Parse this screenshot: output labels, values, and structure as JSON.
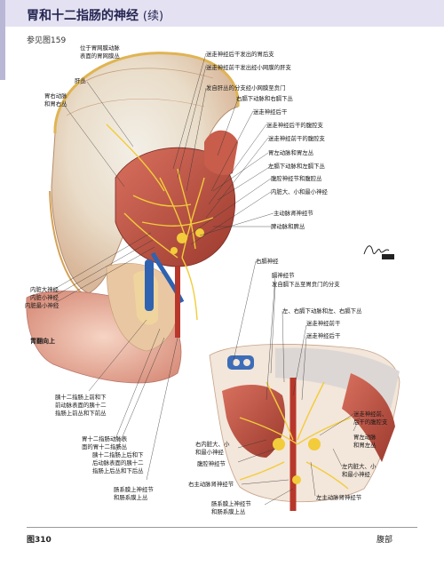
{
  "header": {
    "title": "胃和十二指肠的神经",
    "title_suffix": "(续)",
    "reference": "参见图159"
  },
  "labels_upper_left": [
    "位于胃网膜动脉",
    "表面的胃网膜丛",
    "肝丛",
    "胃右动脉",
    "和胃右丛"
  ],
  "labels_upper_right": [
    "迷走神经后干发出的胃后支",
    "迷走神经前干发出经小网膜的肝支",
    "发自肝丛的分支经小网膜至贲门",
    "右膈下动脉和右膈下丛",
    "迷走神经后干",
    "迷走神经后干的腹腔支",
    "迷走神经前干的腹腔支",
    "胃左动脉和胃左丛",
    "左膈下动脉和左膈下丛",
    "腹腔神经节和腹腔丛",
    "内脏大、小和最小神经",
    "主动脉肾神经节",
    "脾动脉和脾丛"
  ],
  "labels_middle_left": [
    "内脏大神经",
    "内脏小神经",
    "内脏最小神经"
  ],
  "label_stomach_flipped": "胃翻向上",
  "labels_lower_left": [
    "胰十二指肠上前和下",
    "前动脉表面的胰十二",
    "指肠上前丛和下前丛",
    "胃十二指肠动脉表",
    "面的胃十二指肠丛",
    "胰十二指肠上后和下",
    "后动脉表面的胰十二",
    "指肠上后丛和下后丛",
    "肠系膜上神经节",
    "和肠系膜上丛"
  ],
  "labels_inset_top": [
    "右膈神经",
    "膈神经节",
    "发自膈下丛至胃贲门的分支",
    "左、右膈下动脉和左、右膈下丛",
    "迷走神经前干",
    "迷走神经后干"
  ],
  "labels_inset_right": [
    "迷走神经前、",
    "后干的腹腔支",
    "胃左动脉",
    "和胃左丛",
    "左内脏大、小",
    "和最小神经"
  ],
  "labels_inset_left": [
    "右内脏大、小",
    "和最小神经",
    "腹腔神经节",
    "右主动脉肾神经节",
    "肠系膜上神经节",
    "和肠系膜上丛"
  ],
  "label_inset_bottom_right": "左主动脉肾神经节",
  "signature": {
    "text": "F.Netter M.D.",
    "mark": "IMN"
  },
  "footer": {
    "figure_number": "图310",
    "section": "腹部"
  },
  "colors": {
    "header_band": "#e4e2f2",
    "side_bar": "#b9b6d6",
    "title": "#262653",
    "nerve_yellow": "#f2cc3a",
    "artery_red": "#c0392b",
    "stomach_pink": "#efc7b6"
  }
}
